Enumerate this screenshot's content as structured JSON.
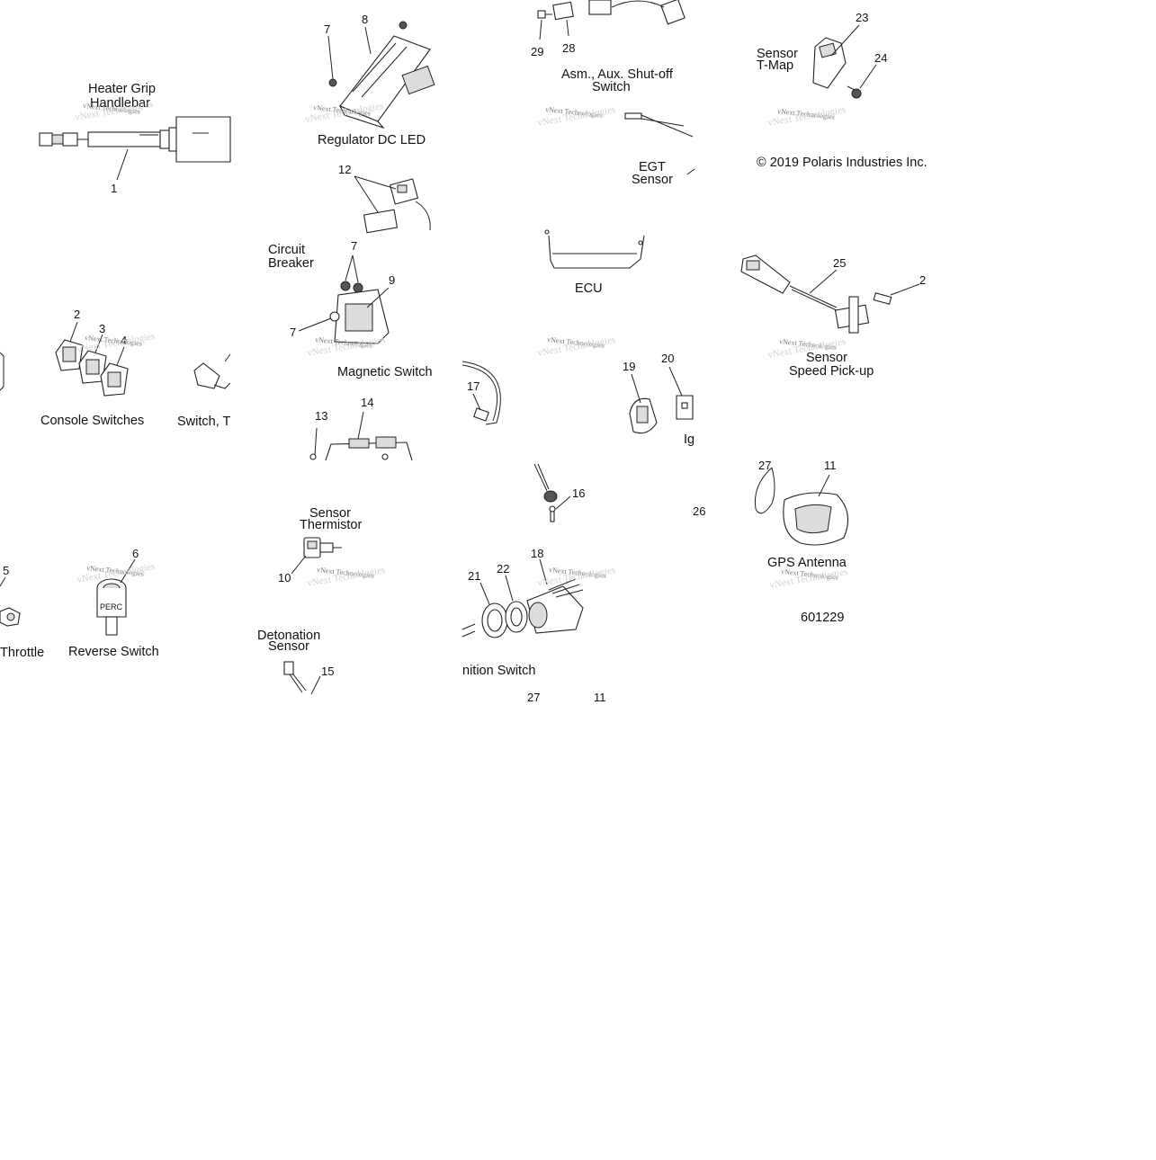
{
  "labels": {
    "heater_grip": "Heater Grip",
    "handlebar": "Handlebar",
    "regulator": "Regulator DC LED",
    "aux_shutoff_1": "Asm., Aux. Shut-off",
    "aux_shutoff_2": "Switch",
    "sensor_tmap_1": "Sensor",
    "sensor_tmap_2": "T-Map",
    "egt_1": "EGT",
    "egt_2": "Sensor",
    "copyright": "© 2019 Polaris Industries Inc.",
    "circuit_breaker_1": "Circuit",
    "circuit_breaker_2": "Breaker",
    "ecu": "ECU",
    "magnetic_switch": "Magnetic Switch",
    "console_switches": "Console Switches",
    "switch_t": "Switch, T",
    "speed_pickup_1": "Sensor",
    "speed_pickup_2": "Speed Pick-up",
    "ig": "Ig",
    "thermistor_1": "Sensor",
    "thermistor_2": "Thermistor",
    "gps_antenna": "GPS Antenna",
    "diagram_id": "601229",
    "throttle": "Throttle",
    "reverse_switch": "Reverse Switch",
    "detonation_1": "Detonation",
    "detonation_2": "Sensor",
    "ignition_switch": "nition Switch",
    "perc": "PERC"
  },
  "callouts": {
    "n1": "1",
    "n2": "2",
    "n3": "3",
    "n4": "4",
    "n5": "5",
    "n6": "6",
    "n7a": "7",
    "n7b": "7",
    "n7c": "7",
    "n8": "8",
    "n9": "9",
    "n10": "10",
    "n11a": "11",
    "n11b": "11",
    "n12": "12",
    "n13": "13",
    "n14": "14",
    "n15": "15",
    "n16": "16",
    "n17": "17",
    "n18": "18",
    "n19": "19",
    "n20": "20",
    "n21": "21",
    "n22": "22",
    "n23": "23",
    "n24": "24",
    "n25": "25",
    "n26": "26",
    "n2b": "2",
    "n27a": "27",
    "n27b": "27",
    "n28": "28",
    "n29": "29"
  },
  "watermark": {
    "text": "vNext Technologies"
  }
}
